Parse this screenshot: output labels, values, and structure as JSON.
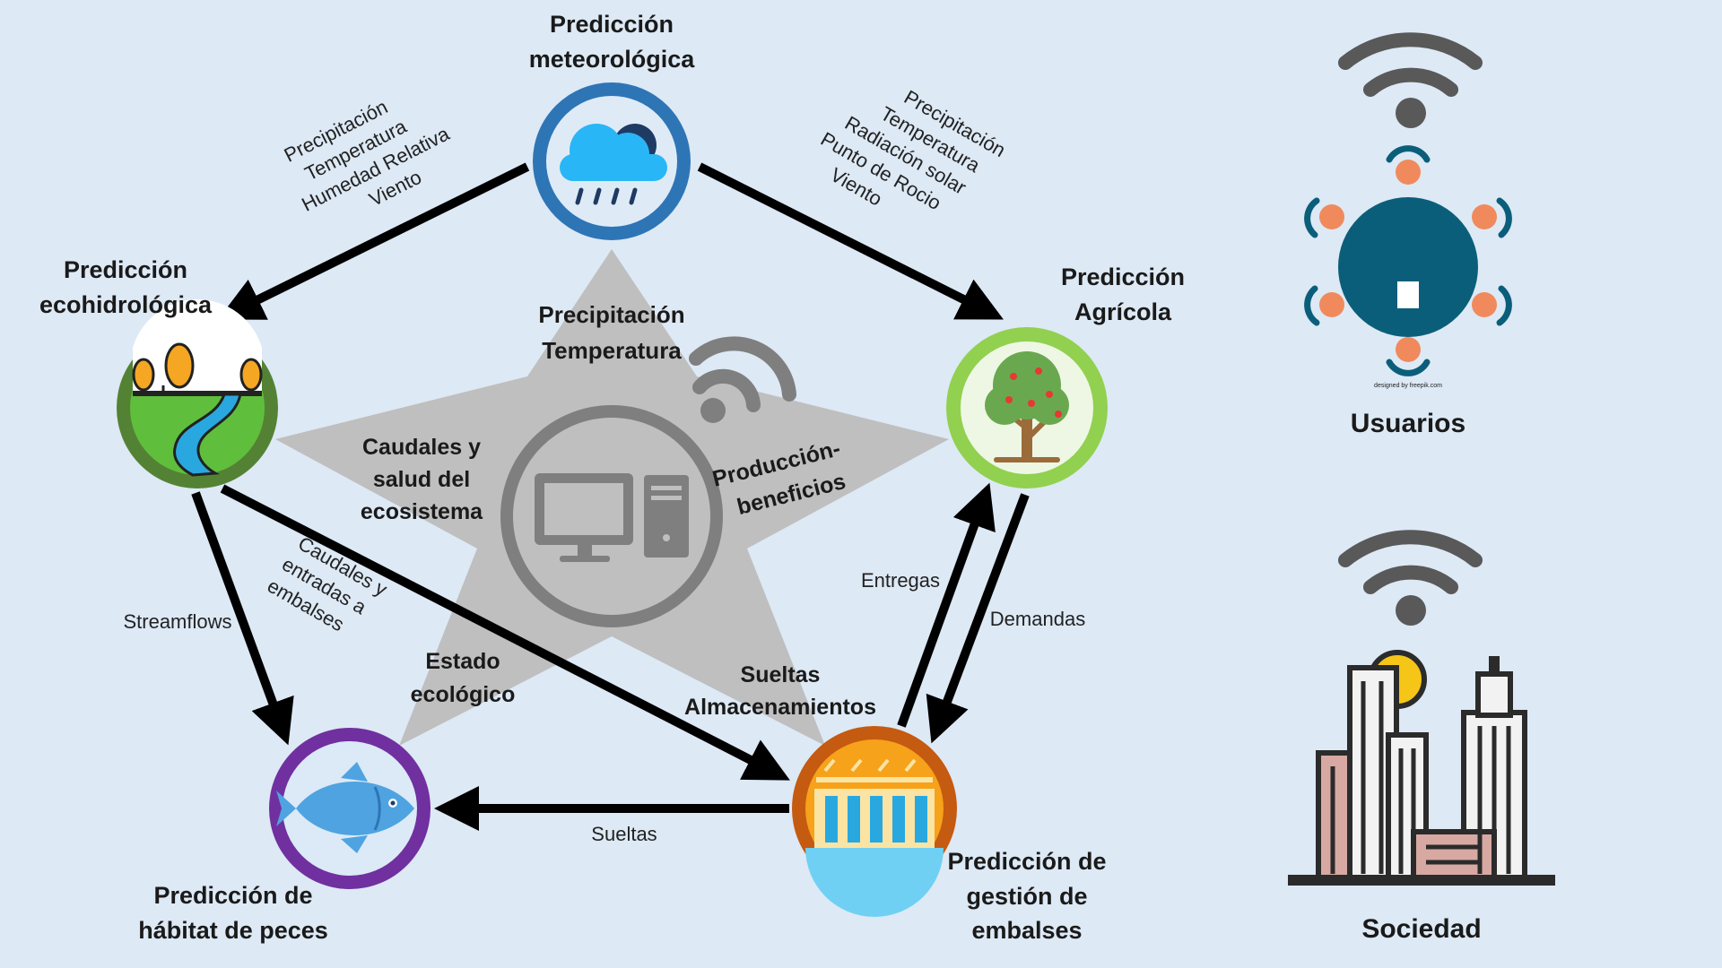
{
  "nodes": {
    "meteo": {
      "title_line1": "Predicción",
      "title_line2": "meteorológica"
    },
    "eco": {
      "title_line1": "Predicción",
      "title_line2": "ecohidrológica"
    },
    "agri": {
      "title_line1": "Predicción",
      "title_line2": "Agrícola"
    },
    "fish": {
      "title_line1": "Predicción de",
      "title_line2": "hábitat de peces"
    },
    "reservoir": {
      "title_line1": "Predicción de",
      "title_line2": "gestión de",
      "title_line3": "embalses"
    }
  },
  "star_labels": {
    "top_line1": "Precipitación",
    "top_line2": "Temperatura",
    "left_line1": "Caudales y",
    "left_line2": "salud del",
    "left_line3": "ecosistema",
    "right_line1": "Producción-",
    "right_line2": "beneficios",
    "bottom_left_line1": "Estado",
    "bottom_left_line2": "ecológico",
    "bottom_right_line1": "Sueltas",
    "bottom_right_line2": "Almacenamientos"
  },
  "edge_labels": {
    "meteo_eco": [
      "Precipitación",
      "Temperatura",
      "Humedad Relativa",
      "Viento"
    ],
    "meteo_agri": [
      "Precipitación",
      "Temperatura",
      "Radiación solar",
      "Punto de Rocio",
      "Viento"
    ],
    "eco_fish_streamflows": "Streamflows",
    "eco_reservoir": [
      "Caudales y",
      "entradas a",
      "embalses"
    ],
    "reservoir_agri_entregas": "Entregas",
    "agri_reservoir_demandas": "Demandas",
    "reservoir_fish_sueltas": "Sueltas"
  },
  "side": {
    "users_label": "Usuarios",
    "society_label": "Sociedad",
    "freepik_credit": "designed by freepik.com"
  },
  "colors": {
    "background": "#dde9f5",
    "meteo_ring": "#2e75b6",
    "eco_ring": "#548235",
    "agri_ring": "#92d050",
    "fish_ring": "#7030a0",
    "reservoir_ring": "#c55a11",
    "star": "#bfbfbf",
    "icon_gray": "#7f7f7f"
  }
}
